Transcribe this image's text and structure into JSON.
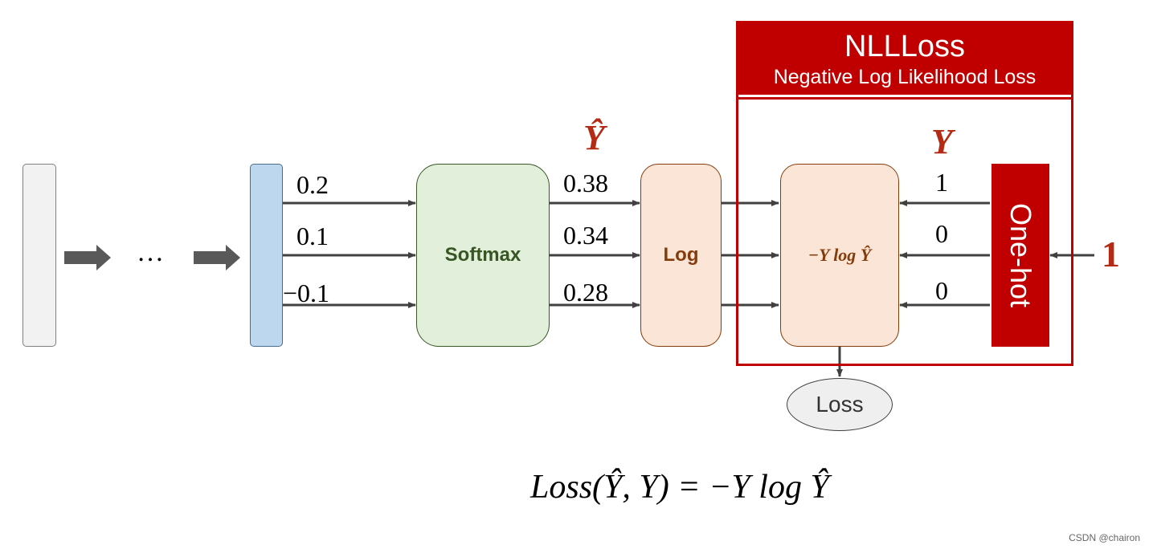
{
  "diagram": {
    "ellipsis": "…",
    "input_values": [
      "0.2",
      "0.1",
      "−0.1"
    ],
    "softmax_label": "Softmax",
    "softmax_outputs": [
      "0.38",
      "0.34",
      "0.28"
    ],
    "y_hat_symbol": "Ŷ",
    "log_label": "Log",
    "neg_log_label": "−Y log Ŷ",
    "y_symbol": "Y",
    "target_values": [
      "1",
      "0",
      "0"
    ],
    "onehot_label": "One-hot",
    "class_index": "1",
    "nllloss": {
      "title": "NLLLoss",
      "subtitle": "Negative Log Likelihood Loss"
    },
    "loss_label": "Loss",
    "formula": "Loss(Ŷ, Y) = −Y log Ŷ"
  },
  "watermark": "CSDN @chairon",
  "colors": {
    "red": "#c00000",
    "dark_red": "#b52a15",
    "gray_box": "#f2f2f2",
    "blue_box": "#bdd7ee",
    "softmax_fill": "#e2efda",
    "log_fill": "#fbe5d6",
    "arrow": "#404040"
  }
}
